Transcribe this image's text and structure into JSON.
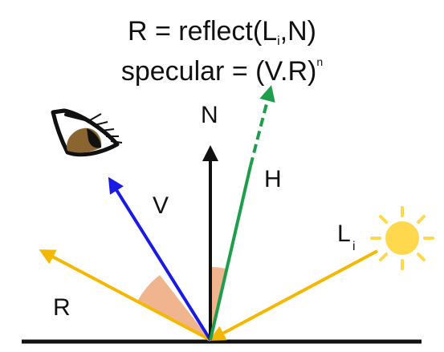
{
  "formula": {
    "line1_prefix": "R = reflect(L",
    "line1_sub": "i",
    "line1_suffix": ",N)",
    "line2_prefix": "specular = (V.R)",
    "line2_sup": "n"
  },
  "labels": {
    "normal": "N",
    "halfway": "H",
    "view": "V",
    "reflect": "R",
    "light": "L",
    "light_sub": "i"
  },
  "icons": {
    "eye": "eye-icon",
    "sun": "sun-icon"
  },
  "colors": {
    "normal": "#111111",
    "halfway": "#1e9e4a",
    "view": "#1a1ae6",
    "reflect": "#f5b800",
    "light": "#f5b800",
    "angle_fill": "#f0b48e",
    "surface": "#111111",
    "sun": "#ffd84d"
  }
}
